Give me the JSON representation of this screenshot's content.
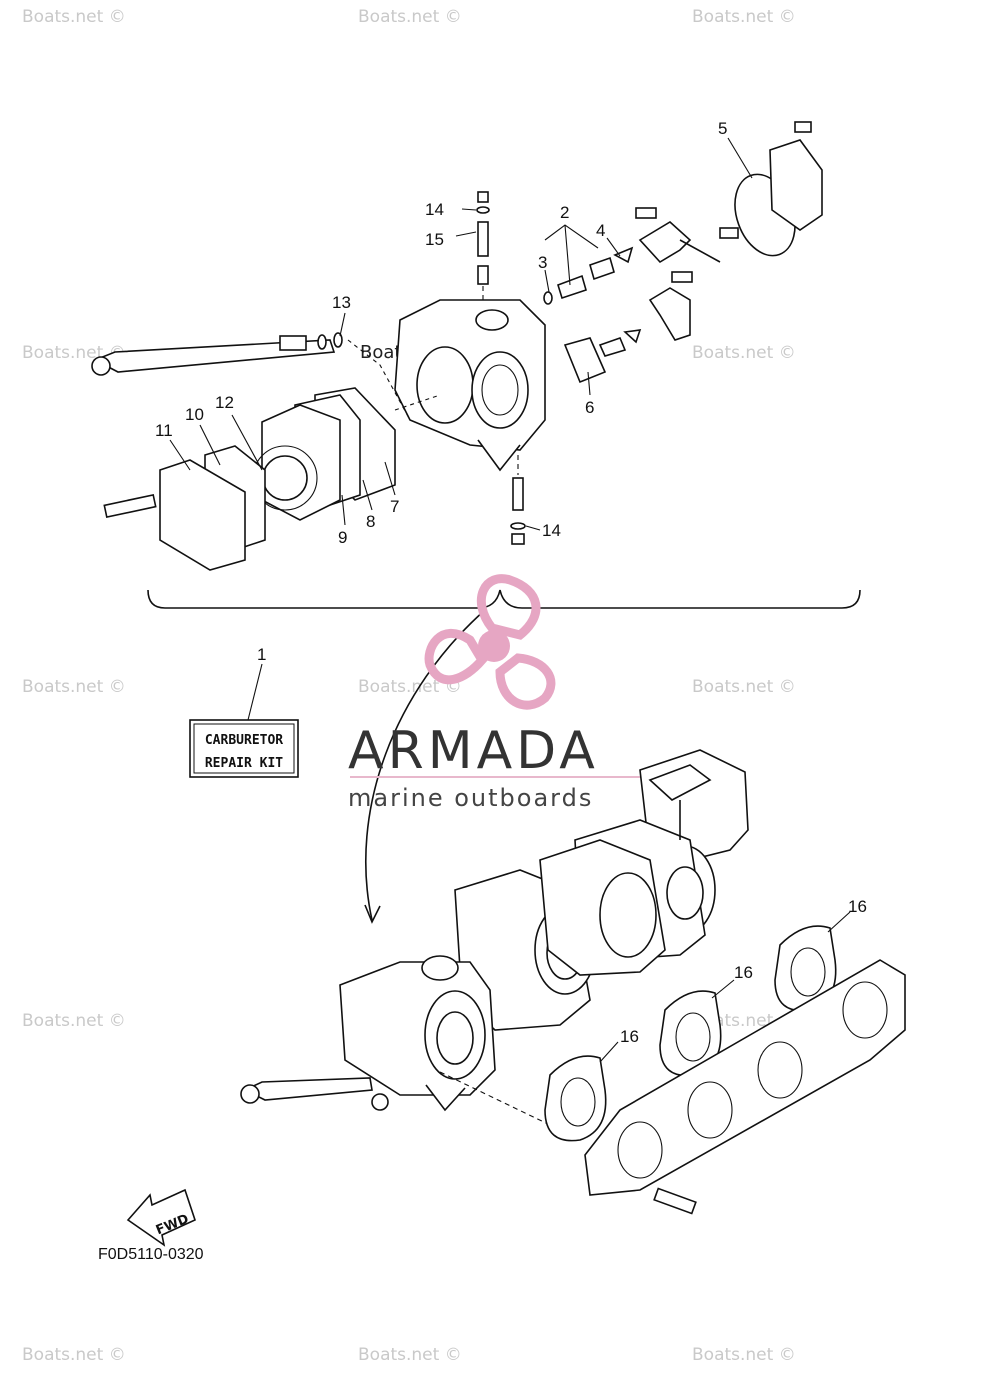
{
  "watermarks": {
    "text": "Boats.net ©",
    "center_text": "Boats.net"
  },
  "kit_label": {
    "line1": "CARBURETOR",
    "line2": "REPAIR KIT"
  },
  "brand": {
    "name": "ARMADA",
    "tagline": "marine outboards",
    "logo_color": "#e6a6c3",
    "rule_color": "#e8b8cc"
  },
  "direction_label": "FWD",
  "figure_code": "F0D5110-0320",
  "callouts": {
    "c1": "1",
    "c2": "2",
    "c3": "3",
    "c4": "4",
    "c5": "5",
    "c6": "6",
    "c7": "7",
    "c8": "8",
    "c9": "9",
    "c10": "10",
    "c11": "11",
    "c12": "12",
    "c13": "13",
    "c14a": "14",
    "c14b": "14",
    "c15": "15",
    "c16a": "16",
    "c16b": "16",
    "c16c": "16"
  }
}
